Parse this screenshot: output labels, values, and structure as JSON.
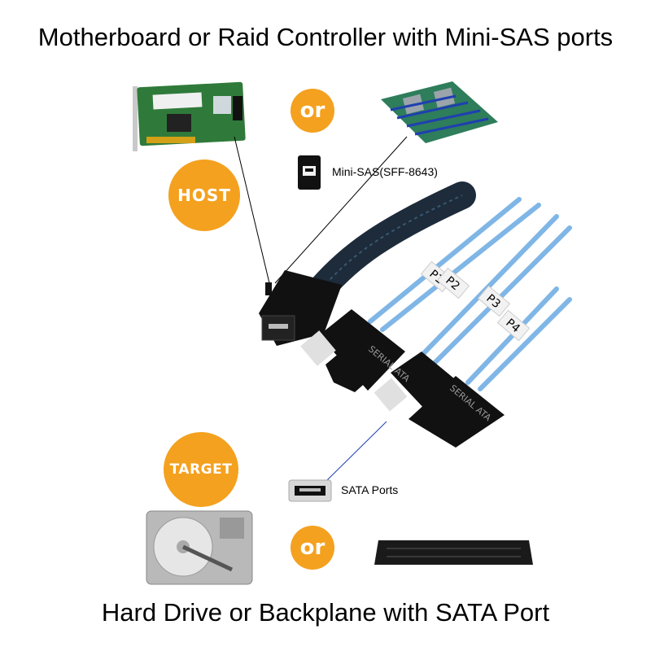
{
  "title_top": "Motherboard or Raid Controller with Mini-SAS ports",
  "title_bottom": "Hard Drive or Backplane with SATA Port",
  "badges": {
    "or_top": "or",
    "host": "HOST",
    "target": "TARGET",
    "or_bottom": "or"
  },
  "labels": {
    "mini_sas": "Mini-SAS(SFF-8643)",
    "sata_ports": "SATA Ports"
  },
  "tags": {
    "p1": "P1",
    "p2": "P2",
    "p3": "P3",
    "p4": "P4"
  },
  "connector_text": {
    "c1": "SERIAL ATA",
    "c2": "SERIAL ATA"
  },
  "colors": {
    "badge": "#f4a11f",
    "cable": "#7fb6e6",
    "connector": "#111111",
    "pcb_green": "#2f7a3a",
    "pointer_blue": "#1f3fb0"
  }
}
